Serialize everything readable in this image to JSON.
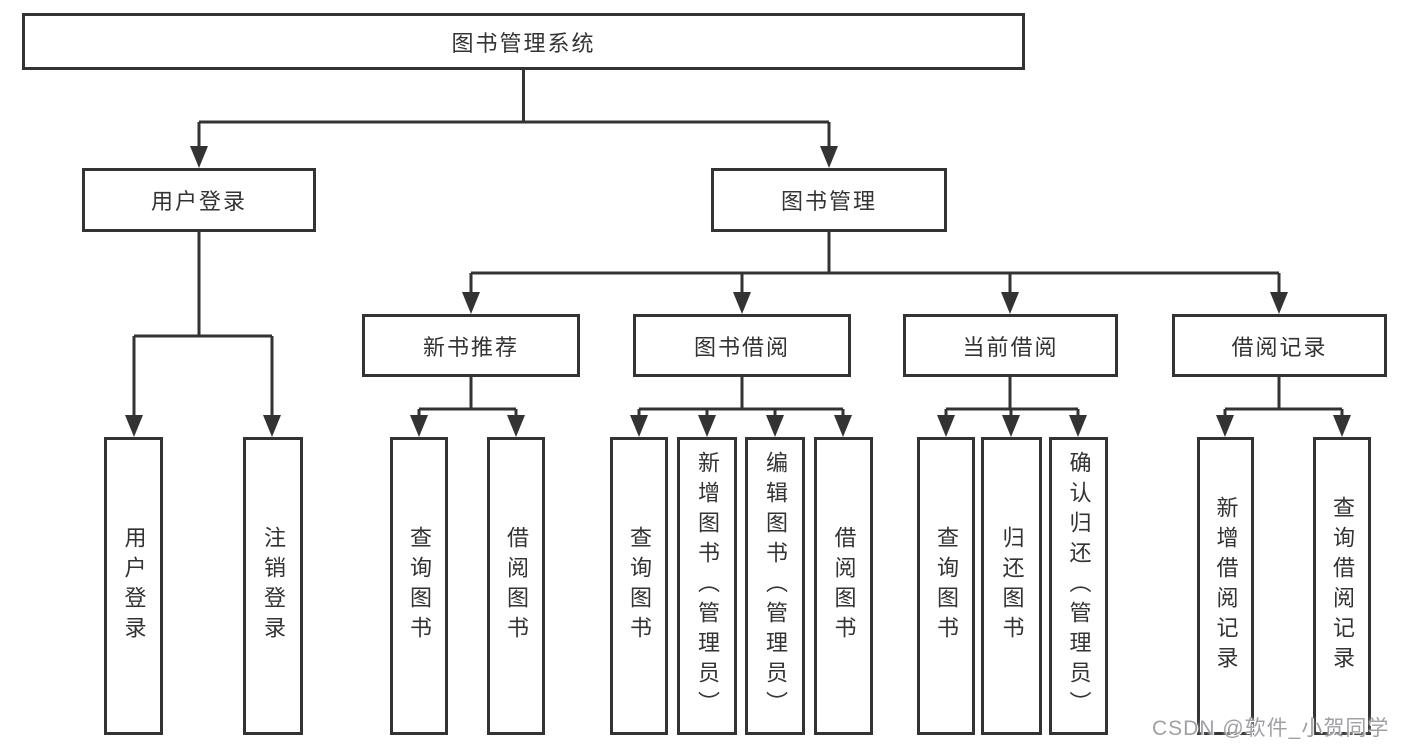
{
  "diagram": {
    "type": "tree",
    "root": {
      "label": "图书管理系统",
      "children": [
        {
          "label": "用户登录",
          "children": [
            {
              "label": "用户登录"
            },
            {
              "label": "注销登录"
            }
          ]
        },
        {
          "label": "图书管理",
          "children": [
            {
              "label": "新书推荐",
              "children": [
                {
                  "label": "查询图书"
                },
                {
                  "label": "借阅图书"
                }
              ]
            },
            {
              "label": "图书借阅",
              "children": [
                {
                  "label": "查询图书"
                },
                {
                  "label": "新增图书（管理员）"
                },
                {
                  "label": "编辑图书（管理员）"
                },
                {
                  "label": "借阅图书"
                }
              ]
            },
            {
              "label": "当前借阅",
              "children": [
                {
                  "label": "查询图书"
                },
                {
                  "label": "归还图书"
                },
                {
                  "label": "确认归还（管理员）"
                }
              ]
            },
            {
              "label": "借阅记录",
              "children": [
                {
                  "label": "新增借阅记录"
                },
                {
                  "label": "查询借阅记录"
                }
              ]
            }
          ]
        }
      ]
    }
  },
  "watermark": {
    "text": "CSDN @软件_小贺同学"
  },
  "colors": {
    "background": "#ffffff",
    "line": "#333333",
    "box_border": "#333333",
    "text": "#333333",
    "watermark": "#9fa0a4"
  }
}
